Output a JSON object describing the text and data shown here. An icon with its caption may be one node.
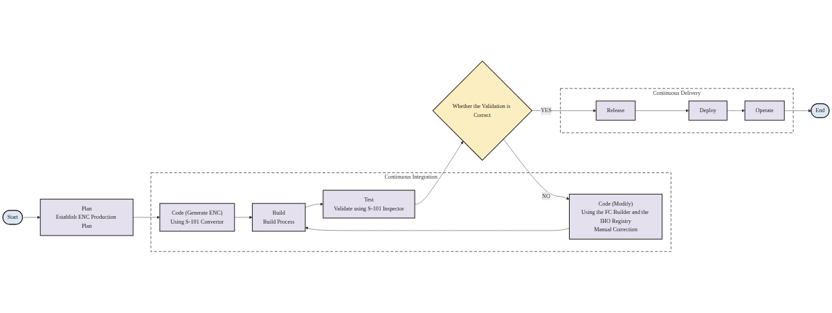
{
  "diagram": {
    "nodes": [
      {
        "text": [
          "Start"
        ]
      },
      {
        "text": [
          "Plan",
          "Establish ENC Production Plan"
        ]
      },
      {
        "text": [
          "Continuous Integration"
        ]
      },
      {
        "text": [
          "Code (Modify)",
          "Using the FC Builder and the IHO Registry",
          "Manual Correction"
        ],
        "in": 2
      },
      {
        "text": [
          "Code (Generate ENC)",
          "Using S-101 Convertor"
        ],
        "in": 2
      },
      {
        "text": [
          "Build",
          "Build Process"
        ],
        "in": 2
      },
      {
        "text": [
          "Test",
          "Validate using S-101 Inspector"
        ],
        "in": 2
      },
      {
        "text": [
          "Whether the Validation is Correct"
        ]
      },
      {
        "text": [
          "Continuous Delivery"
        ]
      },
      {
        "text": [
          "Release"
        ],
        "in": 8
      },
      {
        "text": [
          "Deploy"
        ],
        "in": 8
      },
      {
        "text": [
          "Operate"
        ],
        "in": 8
      },
      {
        "text": [
          "End"
        ]
      }
    ],
    "edges": [
      {
        "from": 0,
        "to": 1,
        "arrow": "to"
      },
      {
        "from": 1,
        "to": 4,
        "arrow": "to"
      },
      {
        "from": 4,
        "to": 5,
        "arrow": "to"
      },
      {
        "from": 3,
        "to": 5,
        "arrow": "to"
      },
      {
        "from": 5,
        "to": 6,
        "arrow": "to"
      },
      {
        "from": 6,
        "to": 7,
        "arrow": "to"
      },
      {
        "from": 7,
        "to": 3,
        "arrow": "to",
        "label": "NO"
      },
      {
        "from": 7,
        "to": 9,
        "arrow": "to",
        "label": "YES"
      },
      {
        "from": 9,
        "to": 10,
        "arrow": "to"
      },
      {
        "from": 10,
        "to": 11,
        "arrow": "to"
      },
      {
        "from": 11,
        "to": 12,
        "arrow": "to"
      }
    ]
  }
}
